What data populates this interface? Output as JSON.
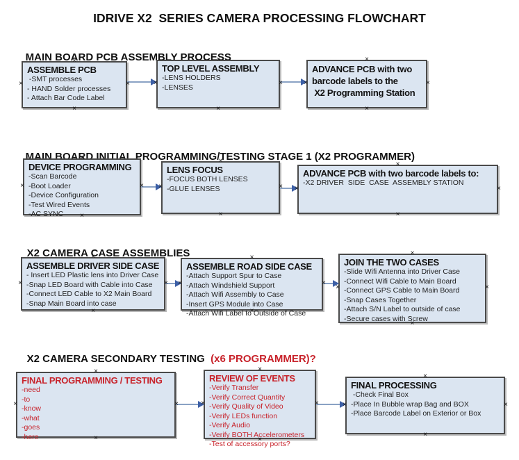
{
  "title": "IDRIVE X2  SERIES CAMERA PROCESSING FLOWCHART",
  "colors": {
    "box_fill": "#dbe5f1",
    "box_border": "#4a4a4a",
    "red_text": "#c8232b",
    "arrow_line": "#8aa2c4",
    "arrow_head": "#3c5fa6",
    "handle_color": "#141414"
  },
  "icons": {
    "connector_handle": "×"
  },
  "sections": [
    {
      "heading": "MAIN BOARD PCB ASSEMBLY PROCESS",
      "heading_red": "",
      "boxes": [
        {
          "title": "ASSEMBLE PCB",
          "items": [
            " -SMT processes",
            "- HAND Solder processes",
            "- Attach Bar Code Label"
          ]
        },
        {
          "title": "TOP LEVEL ASSEMBLY",
          "items": [
            "-LENS HOLDERS",
            "-LENSES"
          ]
        },
        {
          "title": "ADVANCE PCB with two\nbarcode labels to the\n X2 Programming Station",
          "items": []
        }
      ]
    },
    {
      "heading": "MAIN BOARD INITIAL PROGRAMMING/TESTING STAGE 1 (X2 PROGRAMMER)",
      "heading_red": "",
      "boxes": [
        {
          "title": "DEVICE PROGRAMMING",
          "items": [
            "-Scan Barcode",
            "-Boot Loader",
            "-Device Configuration",
            "-Test Wired Events",
            "-AC SYNC"
          ]
        },
        {
          "title": "LENS FOCUS",
          "items": [
            "-FOCUS BOTH LENSES",
            "-GLUE LENSES"
          ]
        },
        {
          "title": "ADVANCE PCB with two barcode labels to:",
          "items": [
            "-X2 DRIVER  SIDE  CASE  ASSEMBLY STATION"
          ]
        }
      ]
    },
    {
      "heading": "X2 CAMERA CASE ASSEMBLIES",
      "heading_red": "",
      "boxes": [
        {
          "title": "ASSEMBLE DRIVER SIDE CASE",
          "items": [
            "- Insert LED Plastic lens into Driver Case",
            "-Snap LED Board with Cable into Case",
            "-Connect LED Cable to X2 Main Board",
            "-Snap Main Board into case"
          ]
        },
        {
          "title": "ASSEMBLE ROAD SIDE CASE",
          "items": [
            "-Attach Support Spur to Case",
            "-Attach Windshield Support",
            "-Attach Wifi Assembly to Case",
            "-Insert GPS Module into Case",
            "-Attach Wifi Label to Outside of Case"
          ]
        },
        {
          "title": "JOIN THE TWO CASES",
          "items": [
            "-Slide Wifi Antenna into Driver Case",
            "-Connect Wifi Cable to Main Board",
            "-Connect GPS Cable to Main Board",
            "-Snap Cases Together",
            "-Attach S/N Label to outside of case",
            "-Secure cases with Screw"
          ]
        }
      ]
    },
    {
      "heading": "X2 CAMERA SECONDARY TESTING",
      "heading_red": "  (x6 PROGRAMMER)?",
      "boxes": [
        {
          "title": "FINAL PROGRAMMING / TESTING",
          "items": [
            "-need",
            "-to",
            "-know",
            "-what",
            "-goes",
            "-here"
          ]
        },
        {
          "title": "REVIEW OF EVENTS",
          "items": [
            "-Verify Transfer",
            "-Verify Correct Quantity",
            "-Verify Quality of Video",
            "-Verify LEDs function",
            "-Verify Audio",
            "-Verify BOTH Accelerometers",
            "-Test of accessory ports?"
          ]
        },
        {
          "title": "FINAL PROCESSING",
          "items": [
            " -Check Final Box",
            "-Place In Bubble wrap Bag and BOX",
            "-Place Barcode Label on Exterior or Box"
          ]
        }
      ]
    }
  ]
}
